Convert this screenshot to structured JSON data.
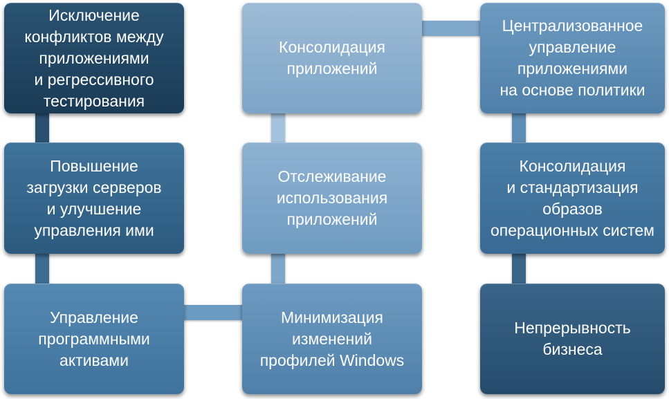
{
  "boxes": {
    "conflicts": "Исключение\nконфликтов между\nприложениями\nи регрессивного\nтестирования",
    "servers": "Повышение\nзагрузки серверов\nи улучшение\nуправления ими",
    "assets": "Управление\nпрограммными\nактивами",
    "consolidation": "Консолидация\nприложений",
    "tracking": "Отслеживание\nиспользования\nприложений",
    "profiles": "Минимизация\nизменений\nпрофилей Windows",
    "policy": "Централизованное\nуправление\nприложениями\nна основе политики",
    "os_images": "Консолидация\nи стандартизация\nобразов\nоперационных систем",
    "continuity": "Непрерывность\nбизнеса"
  },
  "colors": {
    "connector_left": "#2f5878",
    "connector_mid": "#8db0cf",
    "connector_right": "#5f8fb8"
  }
}
